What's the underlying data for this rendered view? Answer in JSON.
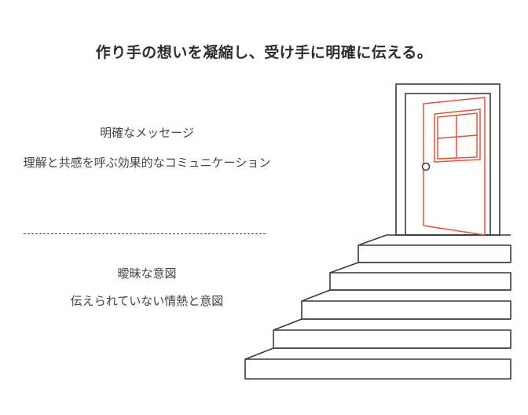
{
  "title": "作り手の想いを凝縮し、受け手に明確に伝える。",
  "upper": {
    "heading": "明確なメッセージ",
    "description": "理解と共感を呼ぶ効果的なコミュニケーション"
  },
  "lower": {
    "heading": "曖昧な意図",
    "description": "伝えられていない情熱と意図"
  },
  "colors": {
    "stroke": "#3a3a3a",
    "door_accent": "#e0533e",
    "background": "#ffffff"
  }
}
